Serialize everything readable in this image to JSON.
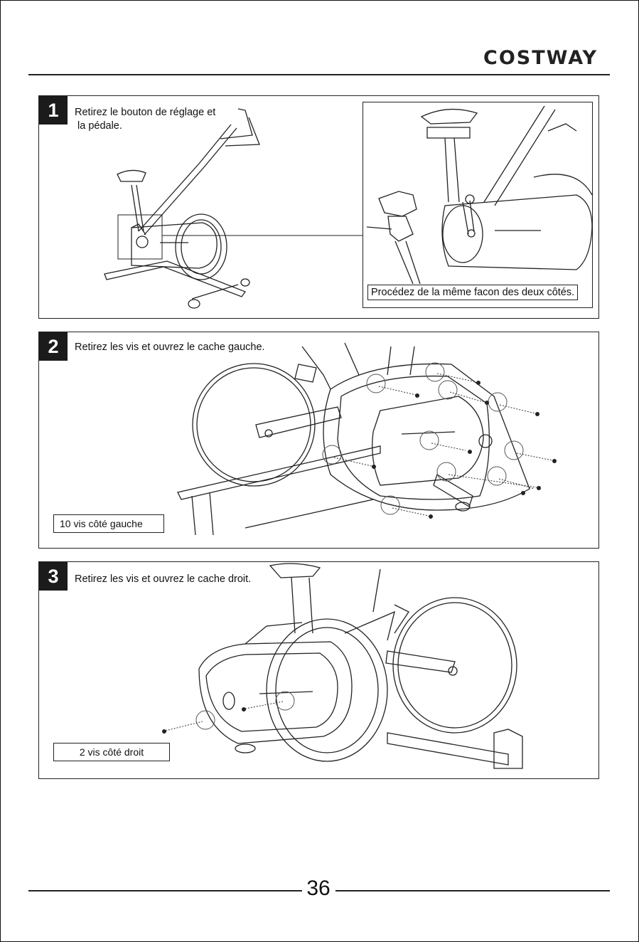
{
  "brand": "COSTWAY",
  "steps": [
    {
      "number": "1",
      "text_line1": "Retirez le bouton de réglage et",
      "text_line2": "la pédale.",
      "inset_caption": "Procédez de la même facon des deux côtés."
    },
    {
      "number": "2",
      "text": "Retirez les vis et ouvrez le cache gauche.",
      "label": "10 vis côté gauche"
    },
    {
      "number": "3",
      "text": "Retirez les vis et ouvrez le cache droit.",
      "label": "2 vis côté droit"
    }
  ],
  "page_number": "36"
}
